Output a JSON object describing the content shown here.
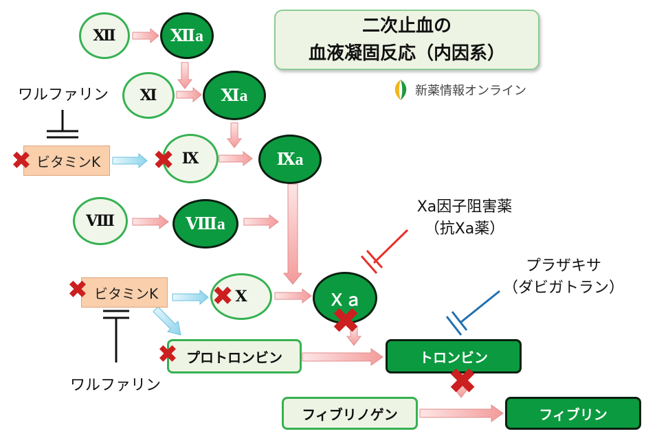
{
  "title": {
    "line1": "二次止血の",
    "line2": "血液凝固反応（内因系）"
  },
  "brand": "新薬情報オンライン",
  "factors": {
    "f12": "Ⅻ",
    "f12a": "Ⅻa",
    "f11": "Ⅺ",
    "f11a": "Ⅺa",
    "f9": "Ⅸ",
    "f9a": "Ⅸa",
    "f8": "Ⅷ",
    "f8a": "Ⅷa",
    "f10": "Ⅹ",
    "f10a": "Ｘａ"
  },
  "vitamin_k": "ビタミンK",
  "warfarin": "ワルファリン",
  "prothrombin": "プロトロンビン",
  "thrombin": "トロンビン",
  "fibrinogen": "フィブリノゲン",
  "fibrin": "フィブリン",
  "xa_inhibitor": {
    "line1": "Xa因子阻害薬",
    "line2": "（抗Xa薬）"
  },
  "dabigatran": {
    "line1": "プラザキサ",
    "line2": "（ダビガトラン）"
  },
  "colors": {
    "pink_arrow": "#f8b8b8",
    "blue_arrow": "#bfe8f5",
    "inhibitor_red": "#e8302a",
    "inhibitor_blue": "#1f6fb0",
    "green_dark": "#0b9a3f",
    "green_border": "#36b152",
    "x_mark": "#cc1f1f"
  },
  "icons": {
    "x_mark": "✖",
    "logo": "leaf-icon"
  }
}
